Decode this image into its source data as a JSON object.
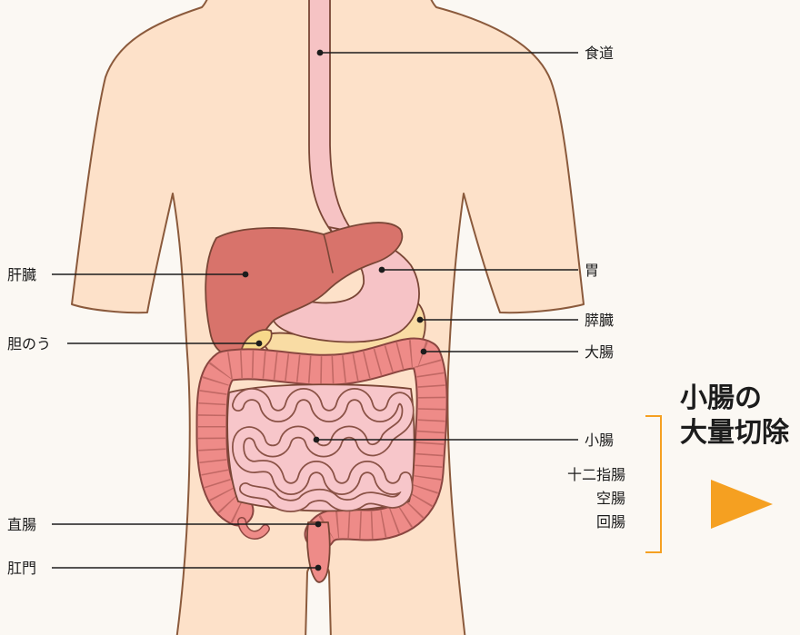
{
  "labels": {
    "esophagus": "食道",
    "liver": "肝臓",
    "stomach": "胃",
    "gallbladder": "胆のう",
    "pancreas": "膵臓",
    "large_intestine": "大腸",
    "small_intestine": "小腸",
    "rectum": "直腸",
    "anus": "肛門"
  },
  "small_intestine_parts": [
    "十二指腸",
    "空腸",
    "回腸"
  ],
  "callout": {
    "line1": "小腸の",
    "line2": "大量切除",
    "icon": "arrow-right-icon"
  },
  "colors": {
    "background": "#fbf8f3",
    "body": "#fde1c9",
    "outline": "#8b5a3c",
    "esophagus": "#f6c3c4",
    "liver": "#d8736b",
    "stomach": "#f6c3c6",
    "pancreas": "#f9dca4",
    "gallbladder": "#f7d98b",
    "large_intestine": "#ee8b88",
    "small_intestine": "#f7c6ca",
    "accent": "#f5a021"
  }
}
